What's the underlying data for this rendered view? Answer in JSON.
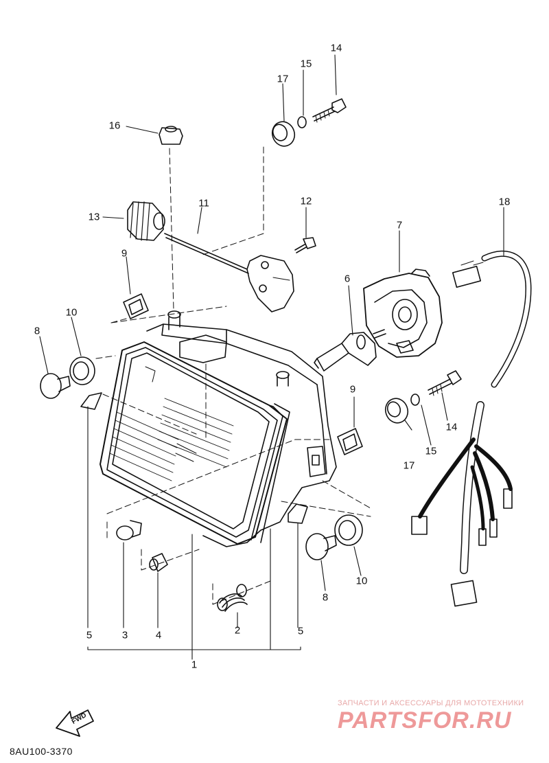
{
  "callouts": [
    {
      "id": "label-1",
      "text": "1"
    },
    {
      "id": "label-2",
      "text": "2"
    },
    {
      "id": "label-3",
      "text": "3"
    },
    {
      "id": "label-4",
      "text": "4"
    },
    {
      "id": "label-5-left",
      "text": "5"
    },
    {
      "id": "label-5-right",
      "text": "5"
    },
    {
      "id": "label-6",
      "text": "6"
    },
    {
      "id": "label-7",
      "text": "7"
    },
    {
      "id": "label-8-left",
      "text": "8"
    },
    {
      "id": "label-8-right",
      "text": "8"
    },
    {
      "id": "label-9-left",
      "text": "9"
    },
    {
      "id": "label-9-right",
      "text": "9"
    },
    {
      "id": "label-10-left",
      "text": "10"
    },
    {
      "id": "label-10-right",
      "text": "10"
    },
    {
      "id": "label-11",
      "text": "11"
    },
    {
      "id": "label-12",
      "text": "12"
    },
    {
      "id": "label-13",
      "text": "13"
    },
    {
      "id": "label-14-top",
      "text": "14"
    },
    {
      "id": "label-14-right",
      "text": "14"
    },
    {
      "id": "label-15-top",
      "text": "15"
    },
    {
      "id": "label-15-right",
      "text": "15"
    },
    {
      "id": "label-16",
      "text": "16"
    },
    {
      "id": "label-17-top",
      "text": "17"
    },
    {
      "id": "label-17-right",
      "text": "17"
    },
    {
      "id": "label-18",
      "text": "18"
    }
  ],
  "fwd_label": "FWD",
  "diagram_code": "8AU100-3370",
  "watermark": {
    "tagline": "ЗАПЧАСТИ И АКСЕССУАРЫ ДЛЯ МОТОТЕХНИКИ",
    "logo": "PARTSFOR.RU"
  }
}
